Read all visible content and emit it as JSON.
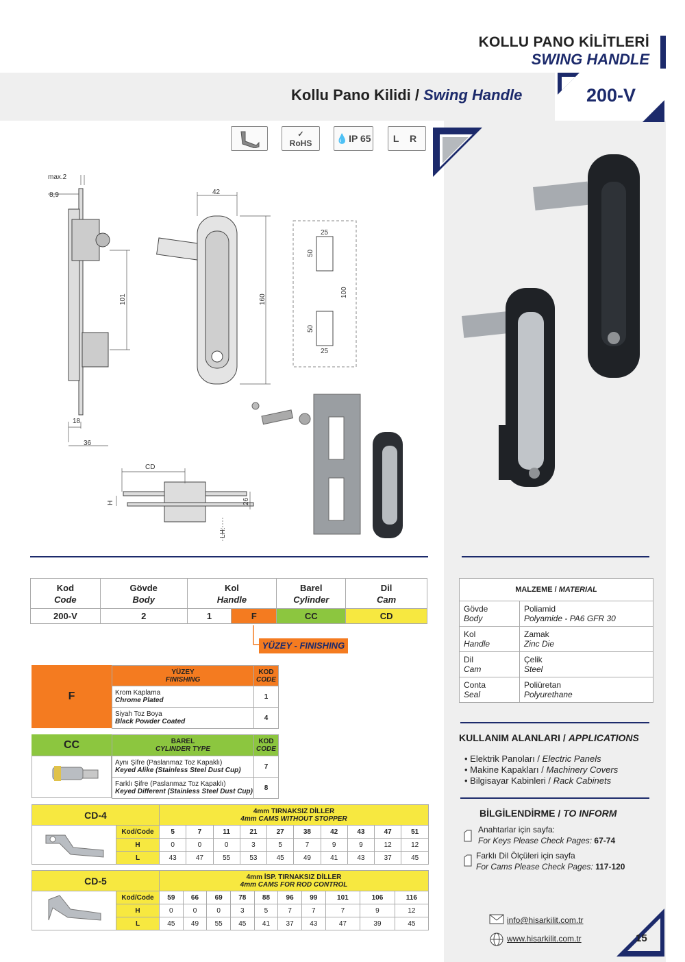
{
  "header": {
    "title_tr": "KOLLU PANO KİLİTLERİ",
    "title_en": "SWING HANDLE",
    "product_tr": "Kollu Pano Kilidi /",
    "product_en": "Swing Handle",
    "code": "200-V"
  },
  "icons": [
    {
      "name": "profile-icon",
      "label": ""
    },
    {
      "name": "rohs-icon",
      "label": "RoHS"
    },
    {
      "name": "ip65-icon",
      "label": "IP 65"
    },
    {
      "name": "lr-icon",
      "label": "L R"
    }
  ],
  "drawing": {
    "dims": {
      "max2": "max.2",
      "d89": "8,9",
      "d42": "42",
      "d101": "101",
      "d160": "160",
      "d18": "18",
      "d36": "36",
      "d25a": "25",
      "d50a": "50",
      "d100": "100",
      "d50b": "50",
      "d25b": "25",
      "cd": "CD",
      "h": "H",
      "d26": "26",
      "lh": "LH:"
    }
  },
  "code_table": {
    "headers": [
      {
        "tr": "Kod",
        "en": "Code"
      },
      {
        "tr": "Gövde",
        "en": "Body"
      },
      {
        "tr": "Kol",
        "en": "Handle"
      },
      {
        "tr": "Barel",
        "en": "Cylinder"
      },
      {
        "tr": "Dil",
        "en": "Cam"
      }
    ],
    "row": [
      "200-V",
      "2",
      "1",
      "F",
      "CC",
      "CD"
    ],
    "colors": {
      "F": "#f47b20",
      "CC": "#8cc63f",
      "CD": "#f7e840"
    },
    "finishing_label": "YÜZEY - FINISHING"
  },
  "finishing": {
    "letter": "F",
    "h1_tr": "YÜZEY",
    "h1_en": "FINISHING",
    "h2_tr": "KOD",
    "h2_en": "CODE",
    "rows": [
      {
        "tr": "Krom Kaplama",
        "en": "Chrome Plated",
        "code": "1"
      },
      {
        "tr": "Siyah Toz Boya",
        "en": "Black Powder Coated",
        "code": "4"
      }
    ]
  },
  "cylinder": {
    "letter": "CC",
    "h1_tr": "BAREL",
    "h1_en": "CYLINDER TYPE",
    "h2_tr": "KOD",
    "h2_en": "CODE",
    "rows": [
      {
        "tr": "Aynı Şifre (Paslanmaz Toz Kapaklı)",
        "en": "Keyed Alike (Stainless Steel Dust Cup)",
        "code": "7"
      },
      {
        "tr": "Farklı Şifre (Paslanmaz Toz Kapaklı)",
        "en": "Keyed Different (Stainless Steel Dust Cup)",
        "code": "8"
      }
    ]
  },
  "cd4": {
    "label": "CD-4",
    "title_tr": "4mm TIRNAKSIZ DİLLER",
    "title_en": "4mm CAMS WITHOUT STOPPER",
    "rowlabels": [
      "Kod/Code",
      "H",
      "L"
    ],
    "codes": [
      "5",
      "7",
      "11",
      "21",
      "27",
      "38",
      "42",
      "43",
      "47",
      "51"
    ],
    "H": [
      "0",
      "0",
      "0",
      "3",
      "5",
      "7",
      "9",
      "9",
      "12",
      "12"
    ],
    "L": [
      "43",
      "47",
      "55",
      "53",
      "45",
      "49",
      "41",
      "43",
      "37",
      "45"
    ]
  },
  "cd5": {
    "label": "CD-5",
    "title_tr": "4mm İSP. TIRNAKSIZ DİLLER",
    "title_en": "4mm CAMS FOR ROD CONTROL",
    "rowlabels": [
      "Kod/Code",
      "H",
      "L"
    ],
    "codes": [
      "59",
      "66",
      "69",
      "78",
      "88",
      "96",
      "99",
      "101",
      "106",
      "116"
    ],
    "H": [
      "0",
      "0",
      "0",
      "3",
      "5",
      "7",
      "7",
      "7",
      "9",
      "12"
    ],
    "L": [
      "45",
      "49",
      "55",
      "45",
      "41",
      "37",
      "43",
      "47",
      "39",
      "45"
    ]
  },
  "material": {
    "title_tr": "MALZEME /",
    "title_en": "MATERIAL",
    "rows": [
      {
        "tr": "Gövde",
        "en": "Body",
        "v_tr": "Poliamid",
        "v_en": "Polyamide - PA6 GFR 30"
      },
      {
        "tr": "Kol",
        "en": "Handle",
        "v_tr": "Zamak",
        "v_en": "Zinc Die"
      },
      {
        "tr": "Dil",
        "en": "Cam",
        "v_tr": "Çelik",
        "v_en": "Steel"
      },
      {
        "tr": "Conta",
        "en": "Seal",
        "v_tr": "Poliüretan",
        "v_en": "Polyurethane"
      }
    ]
  },
  "applications": {
    "title_tr": "KULLANIM ALANLARI /",
    "title_en": "APPLICATIONS",
    "items": [
      {
        "tr": "• Elektrik Panoları /",
        "en": "Electric Panels"
      },
      {
        "tr": "• Makine Kapakları /",
        "en": "Machinery Covers"
      },
      {
        "tr": "• Bilgisayar Kabinleri /",
        "en": "Rack Cabinets"
      }
    ]
  },
  "inform": {
    "title_tr": "BİLGİLENDİRME /",
    "title_en": "TO INFORM",
    "keys_tr": "Anahtarlar için sayfa:",
    "keys_en": "For Keys Please Check Pages:",
    "keys_pages": "67-74",
    "cams_tr": "Farklı Dil Ölçüleri için sayfa",
    "cams_en": "For Cams Please Check Pages:",
    "cams_pages": "117-120"
  },
  "footer": {
    "email": "info@hisarkilit.com.tr",
    "web": "www.hisarkilit.com.tr",
    "page": "15"
  }
}
